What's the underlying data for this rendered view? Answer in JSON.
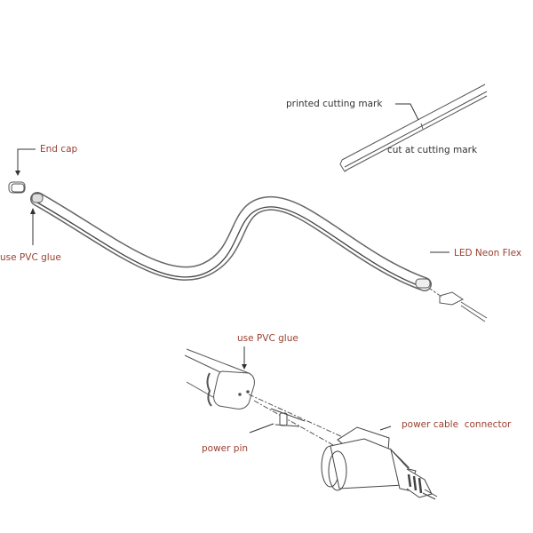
{
  "labels": {
    "printed_cutting_mark": "printed cutting mark",
    "cut_at_cutting_mark": "cut at cutting mark",
    "end_cap": "End cap",
    "use_pvc_glue_top": "use PVC glue",
    "led_neon_flex": "LED Neon Flex",
    "use_pvc_glue_bottom": "use PVC glue",
    "power_cable_connector": "power cable  connector",
    "power_pin": "power pin"
  },
  "colors": {
    "label": "#9a4030",
    "line": "#555555"
  }
}
